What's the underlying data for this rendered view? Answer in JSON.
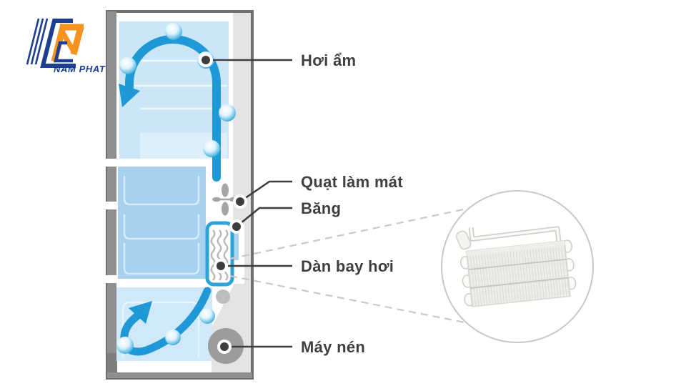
{
  "logo": {
    "brand": "NAM PHAT",
    "colors": {
      "blue": "#1d3f91",
      "orange": "#f6921e"
    }
  },
  "diagram": {
    "subject": "refrigerator-cooling-airflow",
    "callouts": [
      {
        "id": "moisture",
        "label": "Hơi ẩm"
      },
      {
        "id": "cooling-fan",
        "label": "Quạt làm mát"
      },
      {
        "id": "ice",
        "label": "Băng"
      },
      {
        "id": "evaporator",
        "label": "Dàn bay hơi"
      },
      {
        "id": "compressor",
        "label": "Máy nén"
      }
    ],
    "colors": {
      "arrow_blue": "#1e98d6",
      "panel_light_blue": "#cbe7f7",
      "drawer_blue": "#a6d2ef",
      "frame_gray": "#8f8f8f",
      "liner_gray": "#e4e4e4",
      "label_text": "#3f3f3f",
      "callout_line": "#3d3d3d"
    }
  }
}
